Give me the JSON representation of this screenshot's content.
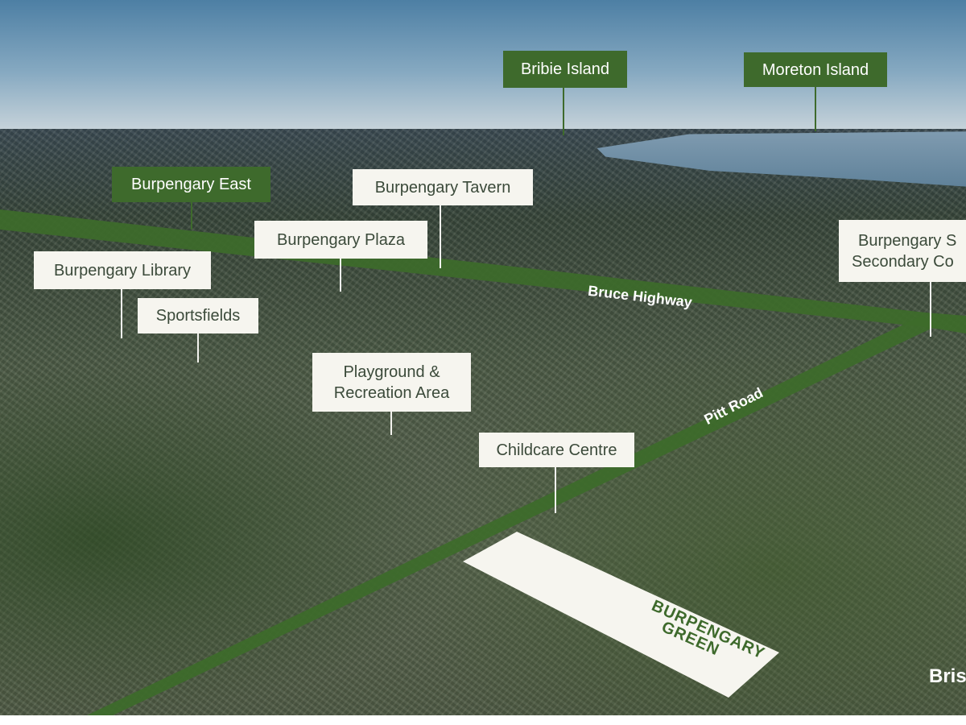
{
  "labels": {
    "bribie_island": "Bribie Island",
    "moreton_island": "Moreton Island",
    "burpengary_east": "Burpengary East",
    "burpengary_tavern": "Burpengary Tavern",
    "burpengary_plaza": "Burpengary Plaza",
    "burpengary_library": "Burpengary Library",
    "sportsfields": "Sportsfields",
    "playground_line1": "Playground &",
    "playground_line2": "Recreation Area",
    "childcare_centre": "Childcare Centre",
    "school_line1": "Burpengary S",
    "school_line2": "Secondary Co"
  },
  "roads": {
    "bruce_highway": "Bruce Highway",
    "pitt_road": "Pitt Road"
  },
  "site_logo": {
    "line1": "BURPENGARY",
    "line2": "GREEN"
  },
  "edge_label": "Bris",
  "colors": {
    "label_green": "#3e6a2c",
    "road_green": "#3d6b2a",
    "label_white": "#f6f5ef"
  }
}
